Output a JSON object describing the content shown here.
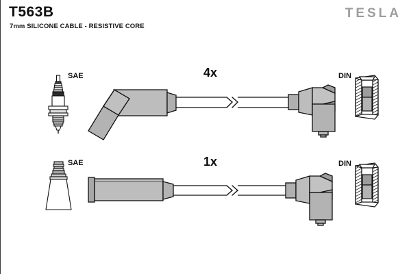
{
  "document": {
    "part_number": "T563B",
    "description": "7mm SILICONE CABLE - RESISTIVE CORE",
    "brand": "TESLA"
  },
  "colors": {
    "line": "#111111",
    "boot_fill": "#b3b3b3",
    "boot_fill_dark": "#9a9a9a",
    "boot_fill_light": "#c9c9c9",
    "cable_fill": "#ffffff",
    "logo_gray": "#9d9d9d",
    "background": "#ffffff"
  },
  "assemblies": [
    {
      "id": "assembly-row-1",
      "quantity_label": "4x",
      "plug_end": {
        "terminal_standard": "SAE",
        "icon": "spark-plug-icon",
        "boot_type": "angled-boot"
      },
      "distributor_end": {
        "terminal_standard": "DIN",
        "icon": "distributor-socket-icon",
        "boot_type": "right-angle-boot"
      },
      "cable": {
        "break_symbol": true
      }
    },
    {
      "id": "assembly-row-2",
      "quantity_label": "1x",
      "plug_end": {
        "terminal_standard": "SAE",
        "icon": "coil-terminal-icon",
        "boot_type": "straight-boot"
      },
      "distributor_end": {
        "terminal_standard": "DIN",
        "icon": "distributor-socket-icon",
        "boot_type": "right-angle-boot"
      },
      "cable": {
        "break_symbol": true
      }
    }
  ]
}
